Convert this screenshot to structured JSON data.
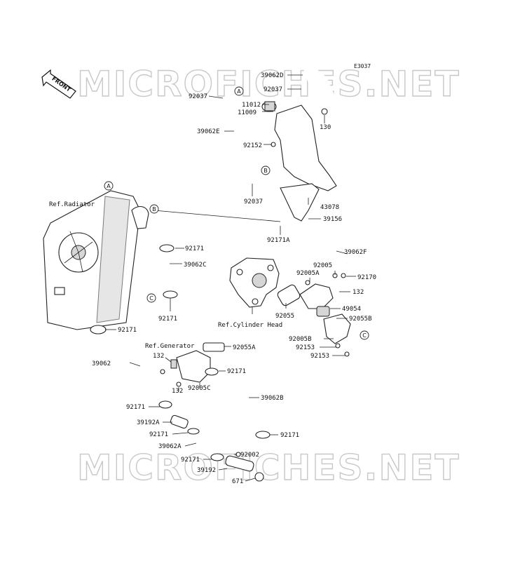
{
  "diagram_code": "E3037",
  "front_label": "FRONT",
  "watermarks": [
    "MICROFICHES.NET",
    "MICROFICHES.NET"
  ],
  "markers": {
    "a": "A",
    "b": "B",
    "c": "C"
  },
  "ref_labels": {
    "radiator": "Ref.Radiator",
    "cylinder_head": "Ref.Cylinder Head",
    "generator": "Ref.Generator"
  },
  "parts": {
    "p39062d": "39062D",
    "p92037_top": "92037",
    "p92037_left": "92037",
    "p11012": "11012",
    "p11009": "11009",
    "p130": "130",
    "p39062e": "39062E",
    "p92152": "92152",
    "p92037_bottom": "92037",
    "p43078": "43078",
    "p39156": "39156",
    "p92171a": "92171A",
    "p39062f": "39062F",
    "p92171_1": "92171",
    "p39062c": "39062C",
    "p92005": "92005",
    "p92005a": "92005A",
    "p92170": "92170",
    "p132_right": "132",
    "p49054": "49054",
    "p92055": "92055",
    "p92055b": "92055B",
    "p92171_2": "92171",
    "p92005b": "92005B",
    "p92153_1": "92153",
    "p92153_2": "92153",
    "p92171_3": "92171",
    "p92055a": "92055A",
    "p39062": "39062",
    "p132_left": "132",
    "p92171_4": "92171",
    "p132_mid": "132",
    "p92005c": "92005C",
    "p39062b": "39062B",
    "p92171_5": "92171",
    "p39192a": "39192A",
    "p92171_6": "92171",
    "p92171_7": "92171",
    "p39062a": "39062A",
    "p92171_8": "92171",
    "p92002": "92002",
    "p39192": "39192",
    "p671": "671"
  }
}
